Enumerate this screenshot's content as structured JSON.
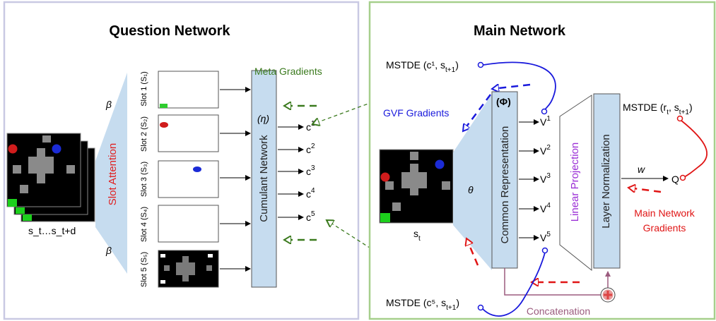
{
  "question_panel": {
    "title": "Question Network",
    "slot_attention_label": "Slot Attention",
    "beta_top": "β",
    "beta_bottom": "β",
    "frames_caption": "s_t…s_t+d",
    "slots": [
      "Slot 1 (S₁)",
      "Slot 2 (S₂)",
      "Slot 3 (S₃)",
      "Slot 4 (S₄)",
      "Slot 5 (S₅)"
    ],
    "cumulant_network_label": "Cumulant Network",
    "eta_label": "(η)",
    "cumulants": [
      "c",
      "c",
      "c",
      "c",
      "c"
    ],
    "cumulant_indices": [
      "1",
      "2",
      "3",
      "4",
      "5"
    ],
    "meta_gradients_label": "Meta Gradients"
  },
  "main_panel": {
    "title": "Main Network",
    "mstde_top": "MSTDE (c¹, s",
    "mstde_top_sub": "t+1",
    "mstde_bottom": "MSTDE (c⁵, s",
    "mstde_bottom_sub": "t+1",
    "mstde_right": "MSTDE (r",
    "mstde_right_sub1": "t",
    "mstde_right_mid": ", s",
    "mstde_right_sub2": "t+1",
    "gvf_gradients_label": "GVF Gradients",
    "state_label": "s",
    "state_sub": "t",
    "theta_label": "θ",
    "phi_label": "(Φ)",
    "common_repr_label": "Common Representation",
    "values": [
      "V",
      "V",
      "V",
      "V",
      "V"
    ],
    "value_indices": [
      "1",
      "2",
      "3",
      "4",
      "5"
    ],
    "linear_projection_label": "Linear Projection",
    "layer_norm_label": "Layer Normalization",
    "w_label": "w",
    "q_label": "Q",
    "main_gradients_line1": "Main Network",
    "main_gradients_line2": "Gradients",
    "concatenation_label": "Concatenation"
  },
  "colors": {
    "question_border": "#c9c9e3",
    "main_border": "#a6cf8c",
    "box_fill": "#c6dcef",
    "meta_green": "#3b7a1e",
    "gvf_blue": "#1a1adc",
    "main_red": "#e01515",
    "concat_purple": "#9b5b7e",
    "linear_projection_purple": "#9b2fd6",
    "slot_attention_red": "#e02020"
  }
}
